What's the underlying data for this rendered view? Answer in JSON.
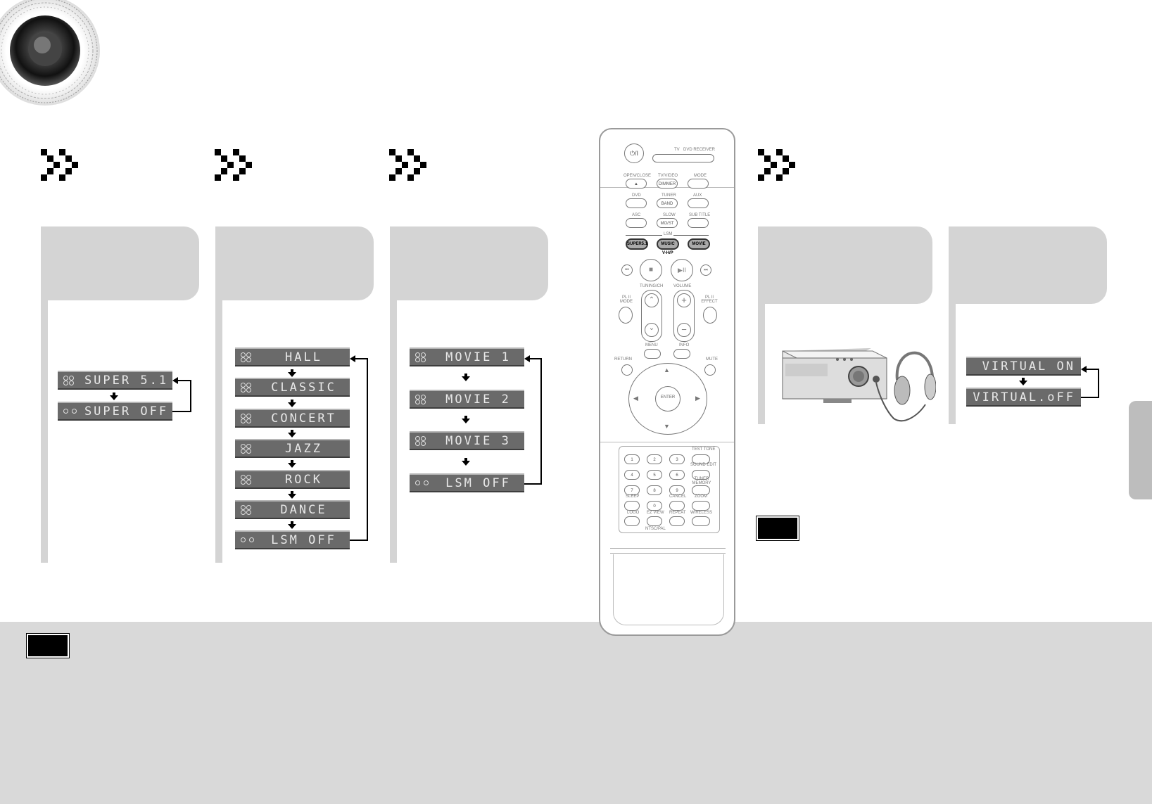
{
  "displays": {
    "super": [
      "SUPER 5.1",
      "SUPER OFF"
    ],
    "music": [
      "HALL",
      "CLASSIC",
      "CONCERT",
      "JAZZ",
      "ROCK",
      "DANCE",
      "LSM OFF"
    ],
    "movie": [
      "MOVIE 1",
      "MOVIE 2",
      "MOVIE 3",
      "LSM OFF"
    ],
    "virtual": [
      "VIRTUAL ON",
      "VIRTUAL.oFF"
    ]
  },
  "remote": {
    "power": "⏻/I",
    "tv": "TV",
    "dvd_receiver": "DVD RECEIVER",
    "open_close": "OPEN/CLOSE",
    "tv_video": "TV/VIDEO",
    "dimmer": "DIMMER",
    "mode": "MODE",
    "dvd": "DVD",
    "tuner": "TUNER",
    "band": "BAND",
    "aux": "AUX",
    "asc": "ASC",
    "slow": "SLOW",
    "mo_st": "MO/ST",
    "sub_title": "SUB TITLE",
    "lsm": "LSM",
    "super51": "SUPER5.1",
    "music": "MUSIC",
    "movie": "MOVIE",
    "vhp": "V-H/P",
    "tuning_ch": "TUNING/CH",
    "volume": "VOLUME",
    "pl2_mode": "PL II MODE",
    "pl2_effect": "PL II EFFECT",
    "menu": "MENU",
    "info": "INFO",
    "return": "RETURN",
    "mute": "MUTE",
    "enter": "ENTER",
    "test_tone": "TEST TONE",
    "sound_edit": "SOUND EDIT",
    "tuner_memory": "TUNER MEMORY",
    "sleep": "SLEEP",
    "cancel": "CANCEL",
    "zoom": "ZOOM",
    "logo": "LOGO",
    "ez_view": "EZ VIEW",
    "ntsc_pal": "NTSC/PAL",
    "repeat": "REPEAT",
    "wireless": "WIRELESS",
    "digits": [
      "1",
      "2",
      "3",
      "4",
      "5",
      "6",
      "7",
      "8",
      "9",
      "0"
    ]
  }
}
